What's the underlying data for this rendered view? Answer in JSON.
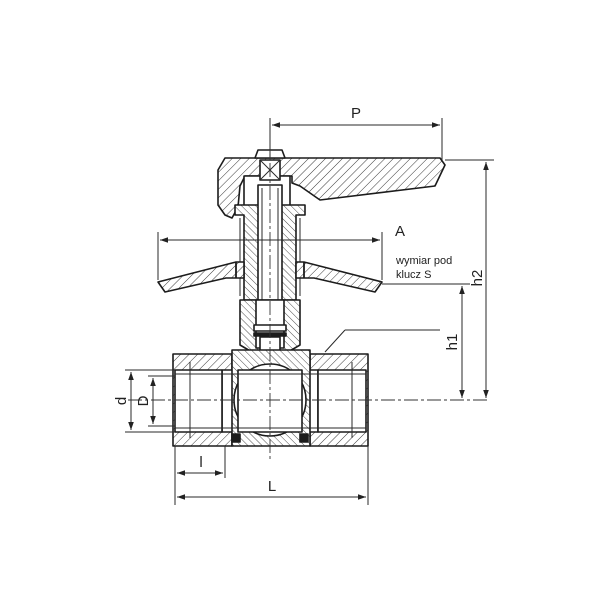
{
  "drawing": {
    "labels": {
      "P": "P",
      "A": "A",
      "h2": "h2",
      "h1": "h1",
      "d": "d",
      "D": "D",
      "l": "l",
      "L": "L"
    },
    "note": {
      "line1": "wymiar pod",
      "line2": "klucz S"
    }
  }
}
